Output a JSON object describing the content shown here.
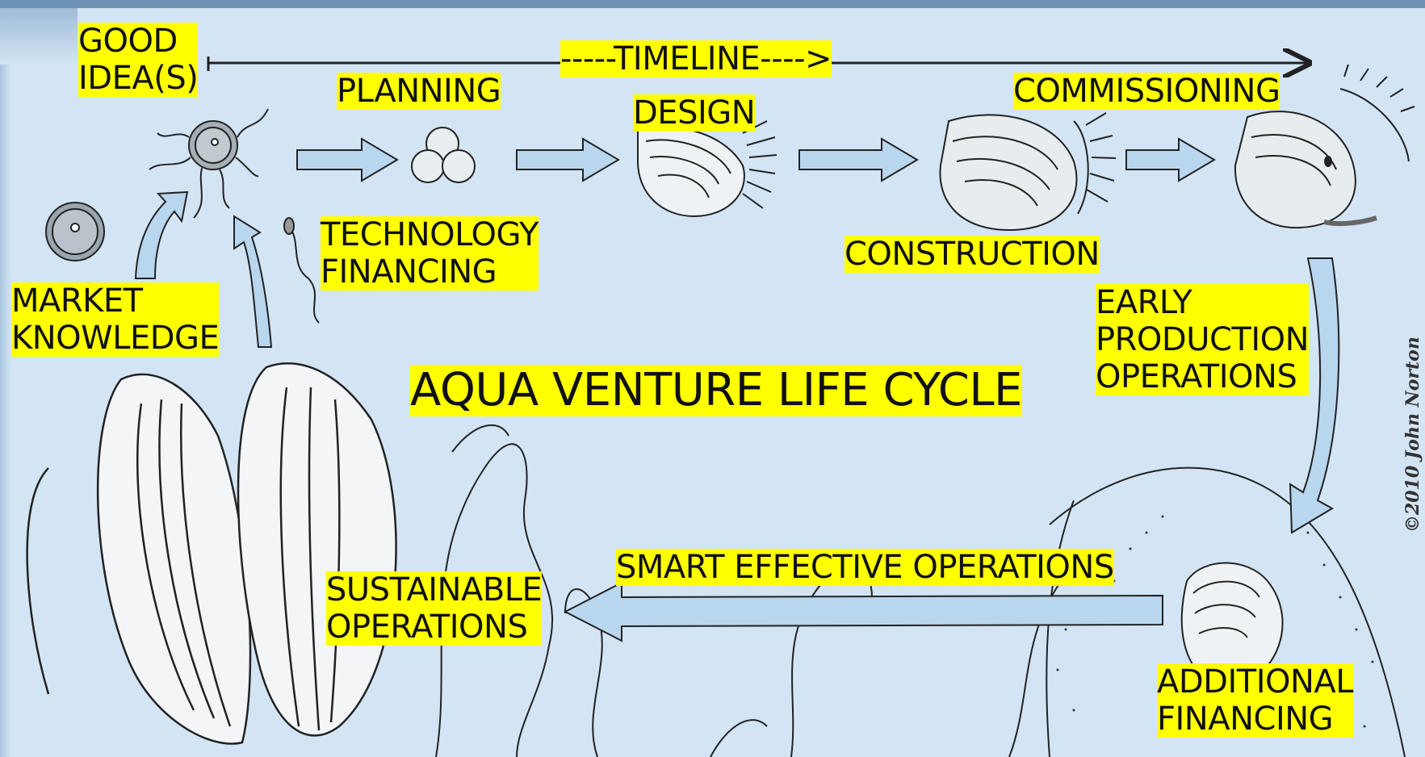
{
  "diagram": {
    "title": "AQUA VENTURE LIFE CYCLE",
    "timeline_label": "-----TIMELINE---->",
    "stages": {
      "good_ideas": [
        "GOOD",
        "IDEA(S)"
      ],
      "planning": "PLANNING",
      "design": "DESIGN",
      "commissioning": "COMMISSIONING",
      "technology_financing": [
        "TECHNOLOGY",
        "FINANCING"
      ],
      "construction": "CONSTRUCTION",
      "market_knowledge": [
        "MARKET",
        "KNOWLEDGE"
      ],
      "early_production": [
        "EARLY",
        "PRODUCTION",
        "OPERATIONS"
      ],
      "smart_operations": "SMART EFFECTIVE OPERATIONS",
      "sustainable_operations": [
        "SUSTAINABLE",
        "OPERATIONS"
      ],
      "additional_financing": [
        "ADDITIONAL",
        "FINANCING"
      ]
    },
    "credit": "©2010 John Norton",
    "colors": {
      "background": "#d3e5f4",
      "label_highlight": "#ffff00",
      "arrow_fill": "#b9d6ef",
      "line_art": "#222222"
    }
  }
}
